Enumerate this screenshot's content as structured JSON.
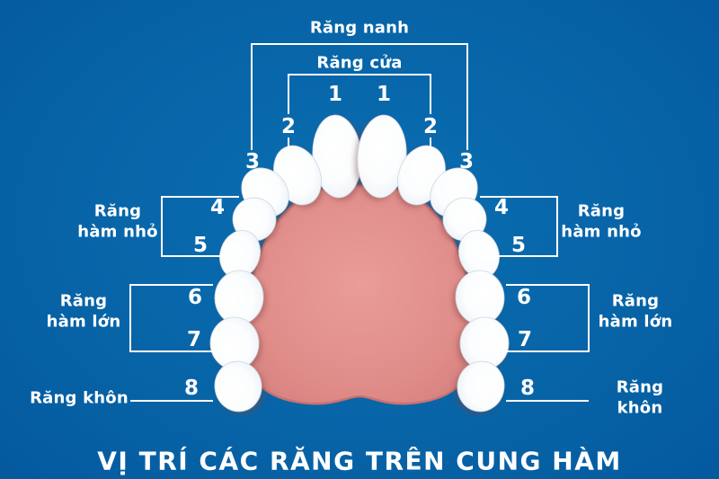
{
  "title": "VỊ TRÍ CÁC RĂNG TRÊN CUNG HÀM",
  "labels": {
    "canine": "Răng nanh",
    "incisor": "Răng cửa",
    "premolar": "Răng\nhàm nhỏ",
    "molar": "Răng\nhàm lớn",
    "wisdom": "Răng khôn"
  },
  "tooth_numbers": {
    "1": "1",
    "2": "2",
    "3": "3",
    "4": "4",
    "5": "5",
    "6": "6",
    "7": "7",
    "8": "8"
  },
  "colors": {
    "background_center": "#0a6eb2",
    "background_edge": "#034b8f",
    "line": "#ffffff",
    "text": "#ffffff",
    "palate": "#e08d8a",
    "palate_edge": "#c97270",
    "tooth": "#ffffff",
    "tooth_shade": "#dee6ec"
  }
}
